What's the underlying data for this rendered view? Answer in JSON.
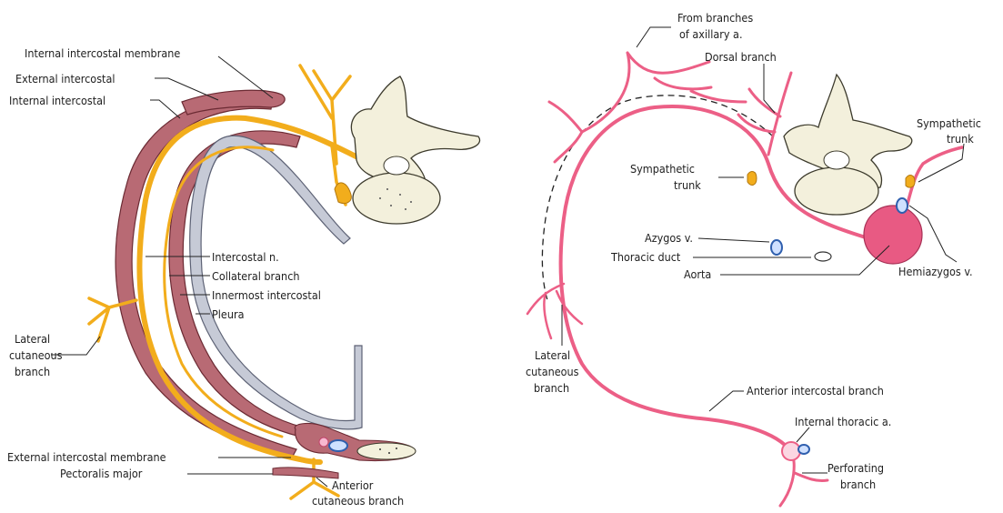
{
  "colors": {
    "nerve": "#f2ad1c",
    "artery": "#ec5f86",
    "muscle": "#b86a74",
    "pleura": "#c6cad6",
    "bone": "#f3f0dc",
    "vein": "#2f5fae"
  },
  "left_panel": {
    "labels": {
      "internal_intercostal_membrane": "Internal intercostal membrane",
      "external_intercostal": "External intercostal",
      "internal_intercostal": "Internal intercostal",
      "intercostal_n": "Intercostal n.",
      "collateral_branch": "Collateral branch",
      "innermost_intercostal": "Innermost intercostal",
      "pleura": "Pleura",
      "lateral_cutaneous_branch": [
        "Lateral",
        "cutaneous",
        "branch"
      ],
      "external_intercostal_membrane": "External intercostal membrane",
      "pectoralis_major": "Pectoralis major",
      "anterior_cutaneous_branch": [
        "Anterior",
        "cutaneous branch"
      ]
    }
  },
  "right_panel": {
    "labels": {
      "from_branches_axillary": [
        "From branches",
        "of axillary a."
      ],
      "dorsal_branch": "Dorsal branch",
      "sympathetic_trunk_right": [
        "Sympathetic",
        "trunk"
      ],
      "sympathetic_trunk_left": [
        "Sympathetic",
        "trunk"
      ],
      "azygos_v": "Azygos v.",
      "thoracic_duct": "Thoracic duct",
      "aorta": "Aorta",
      "hemiazygos_v": "Hemiazygos v.",
      "lateral_cutaneous_branch": [
        "Lateral",
        "cutaneous",
        "branch"
      ],
      "anterior_intercostal_branch": "Anterior intercostal branch",
      "internal_thoracic_a": "Internal thoracic a.",
      "perforating_branch": [
        "Perforating",
        "branch"
      ]
    }
  }
}
